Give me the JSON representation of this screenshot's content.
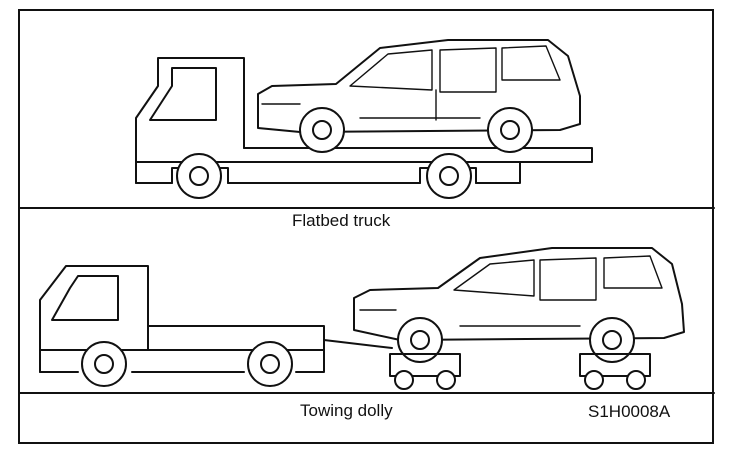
{
  "figure": {
    "caption_top": "Flatbed truck",
    "caption_bottom": "Towing dolly",
    "figure_code": "S1H0008A"
  }
}
